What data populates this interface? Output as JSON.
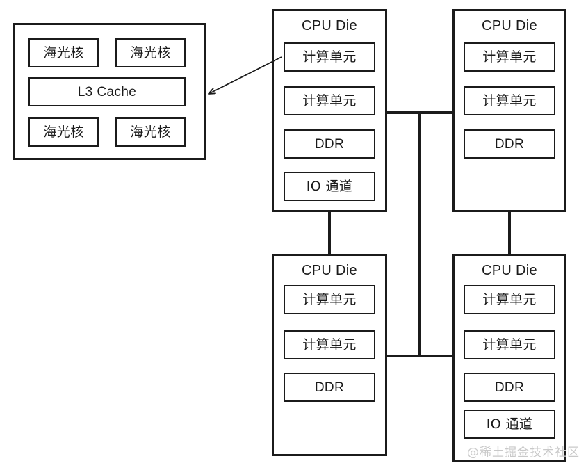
{
  "diagram": {
    "title_text": "CPU Die",
    "labels": {
      "compute_unit": "计算单元",
      "ddr": "DDR",
      "io_channel": "IO 通道",
      "l3_cache": "L3 Cache",
      "hygon_core": "海光核"
    },
    "colors": {
      "stroke": "#1b1b1b",
      "background": "#ffffff",
      "watermark": "#c9c9c9"
    },
    "detail_panel": {
      "name": "hygon-core-cluster",
      "cores": [
        "海光核",
        "海光核",
        "海光核",
        "海光核"
      ],
      "cache": "L3 Cache"
    },
    "dies": [
      {
        "id": "cpu-die-top-left",
        "title": "CPU Die",
        "units": [
          "计算单元",
          "计算单元",
          "DDR",
          "IO 通道"
        ]
      },
      {
        "id": "cpu-die-top-right",
        "title": "CPU Die",
        "units": [
          "计算单元",
          "计算单元",
          "DDR"
        ]
      },
      {
        "id": "cpu-die-bottom-left",
        "title": "CPU Die",
        "units": [
          "计算单元",
          "计算单元",
          "DDR"
        ]
      },
      {
        "id": "cpu-die-bottom-right",
        "title": "CPU Die",
        "units": [
          "计算单元",
          "计算单元",
          "DDR",
          "IO 通道"
        ]
      }
    ],
    "watermark": "@稀土掘金技术社区"
  }
}
